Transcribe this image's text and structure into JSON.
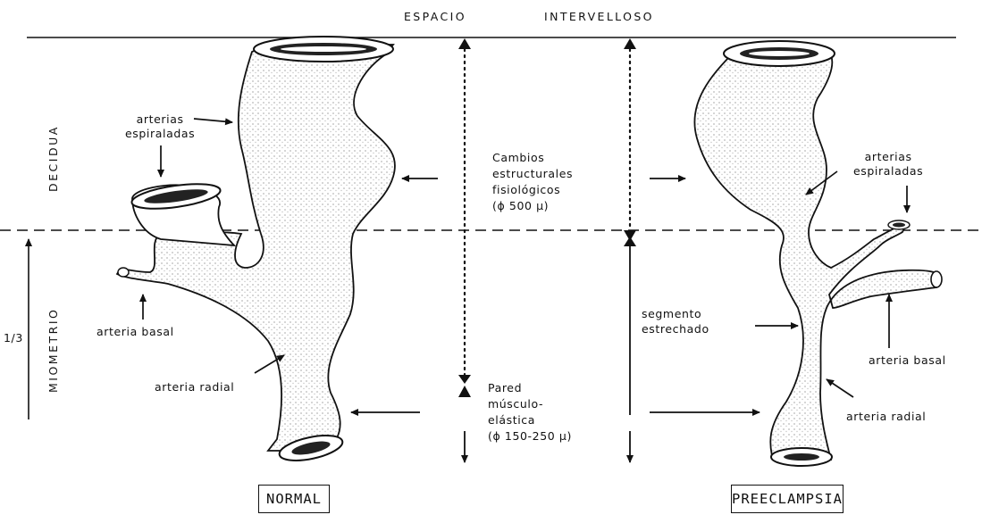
{
  "header": {
    "espacio": "ESPACIO",
    "intervelloso": "INTERVELLOSO"
  },
  "layers": {
    "decidua": "DECIDUA",
    "miometrio": "MIOMETRIO",
    "fraction": "1/3"
  },
  "normal": {
    "panel_label": "NORMAL",
    "spiral_label": "arterias\nespiraladas",
    "basal_label": "arteria basal",
    "radial_label": "arteria radial"
  },
  "center": {
    "changes_label": "Cambios\nestructurales\nfisiológicos\n(ϕ 500 μ)",
    "wall_label": "Pared\nmúsculo-\nelástica\n(ϕ 150-250 μ)",
    "segment_label": "segmento\nestrechado"
  },
  "preeclampsia": {
    "panel_label": "PREECLAMPSIA",
    "spiral_label": "arterias\nespiraladas",
    "basal_label": "arteria basal",
    "radial_label": "arteria radial"
  },
  "colors": {
    "ink": "#111111",
    "paper": "#ffffff",
    "vessel_shade": "#d8d8d8"
  }
}
